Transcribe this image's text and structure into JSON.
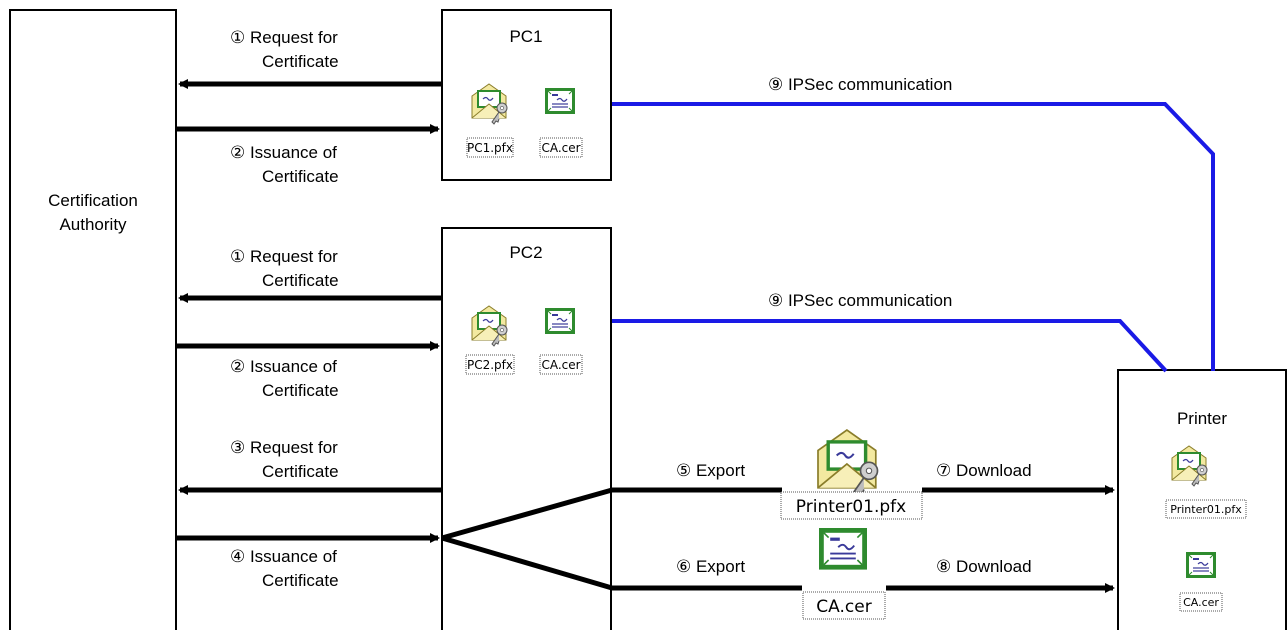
{
  "ca": {
    "line1": "Certification",
    "line2": "Authority"
  },
  "pc1": {
    "title": "PC1",
    "files": [
      "PC1.pfx",
      "CA.cer"
    ],
    "request": {
      "line1": "① Request for",
      "line2": "Certificate"
    },
    "issuance": {
      "line1": "② Issuance of",
      "line2": "Certificate"
    },
    "ipsec": "⑨ IPSec communication"
  },
  "pc2": {
    "title": "PC2",
    "files": [
      "PC2.pfx",
      "CA.cer"
    ],
    "request": {
      "line1": "① Request for",
      "line2": "Certificate"
    },
    "issuance": {
      "line1": "② Issuance of",
      "line2": "Certificate"
    },
    "ipsec": "⑨ IPSec communication",
    "request_printer": {
      "line1": "③ Request for",
      "line2": "Certificate"
    },
    "issuance_printer": {
      "line1": "④ Issuance of",
      "line2": "Certificate"
    }
  },
  "export_flow": {
    "export_pfx": "⑤ Export",
    "export_cer": "⑥ Export",
    "download_pfx": "⑦ Download",
    "download_cer": "⑧ Download",
    "pfx_file": "Printer01.pfx",
    "cer_file": "CA.cer"
  },
  "printer": {
    "title": "Printer",
    "files": [
      "Printer01.pfx",
      "CA.cer"
    ]
  },
  "colors": {
    "ipsec_line": "#1a1ae6",
    "arrow": "#000000",
    "cert_green": "#2e8b2e",
    "envelope": "#f3e9a0"
  }
}
